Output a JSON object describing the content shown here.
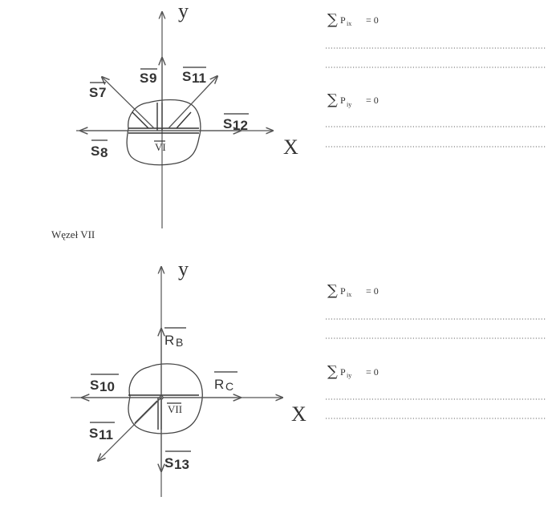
{
  "top_diagram": {
    "axis_y": "y",
    "axis_x": "X",
    "node": "VI",
    "forces": {
      "s9": {
        "base": "S",
        "sub": "9"
      },
      "s11": {
        "base": "S",
        "sub": "11"
      },
      "s7": {
        "base": "S",
        "sub": "7"
      },
      "s12": {
        "base": "S",
        "sub": "12"
      },
      "s8": {
        "base": "S",
        "sub": "8"
      }
    },
    "equations": [
      {
        "sum": "∑",
        "p": "P",
        "sub": "ix",
        "rhs": "= 0"
      },
      {
        "sum": "∑",
        "p": "P",
        "sub": "iy",
        "rhs": "= 0"
      }
    ]
  },
  "section_title": "Węzeł VII",
  "bottom_diagram": {
    "axis_y": "y",
    "axis_x": "X",
    "node": "VII",
    "forces": {
      "rb": {
        "base": "R",
        "sub": "B"
      },
      "rc": {
        "base": "R",
        "sub": "C"
      },
      "s10": {
        "base": "S",
        "sub": "10"
      },
      "s11": {
        "base": "S",
        "sub": "11"
      },
      "s13": {
        "base": "S",
        "sub": "13"
      }
    },
    "equations": [
      {
        "sum": "∑",
        "p": "P",
        "sub": "ix",
        "rhs": "= 0"
      },
      {
        "sum": "∑",
        "p": "P",
        "sub": "iy",
        "rhs": "= 0"
      }
    ]
  }
}
